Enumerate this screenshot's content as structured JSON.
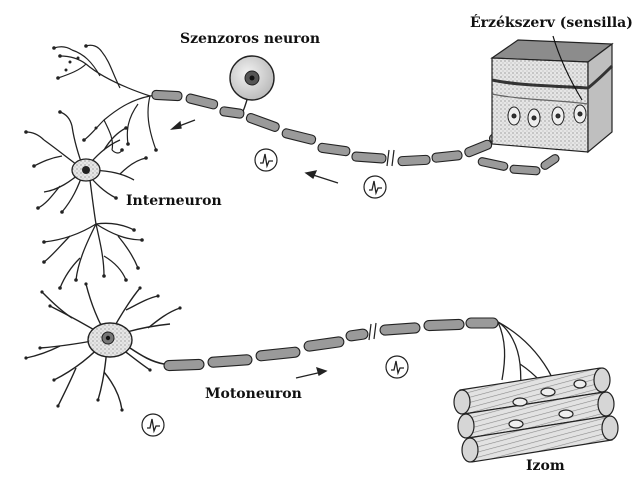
{
  "labels": {
    "sensory_neuron": "Szenzoros neuron",
    "sense_organ": "Érzékszerv (sensilla)",
    "interneuron": "Interneuron",
    "motoneuron": "Motoneuron",
    "muscle": "Izom"
  },
  "icons": {
    "direction_arrow": "arrow-icon",
    "action_potential": "action-potential-icon"
  },
  "colors": {
    "ink": "#111111",
    "soma_fill": "#cfcfcf",
    "myelin_fill": "#9a9a9a",
    "skin_top": "#555555",
    "skin_side": "#d9d9d9",
    "muscle_fill": "#d4d4d4"
  }
}
